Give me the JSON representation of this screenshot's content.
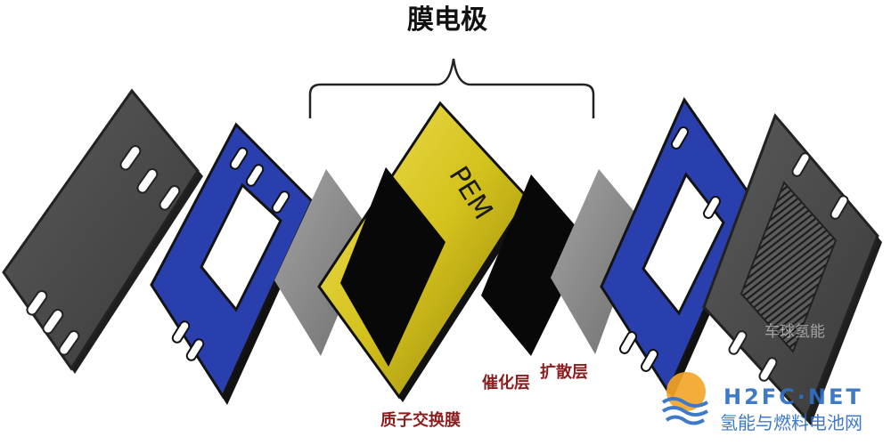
{
  "diagram": {
    "title": "膜电极",
    "pem_label": "PEM",
    "labels": {
      "membrane": "质子交换膜",
      "catalyst": "催化层",
      "diffusion": "扩散层"
    }
  },
  "watermark": {
    "brand": "H2FC·NET",
    "site": "氢能与燃料电池网",
    "faded": "车球氢能"
  },
  "colors": {
    "bipolar_plate": "#505050",
    "gasket_blue": "#2a3fae",
    "gdl_gray": "#8c8c8c",
    "catalyst_black": "#080808",
    "pem_yellow": "#d4c21c",
    "label_red": "#8b1d1d",
    "watermark_blue": "#2f6fc4"
  }
}
